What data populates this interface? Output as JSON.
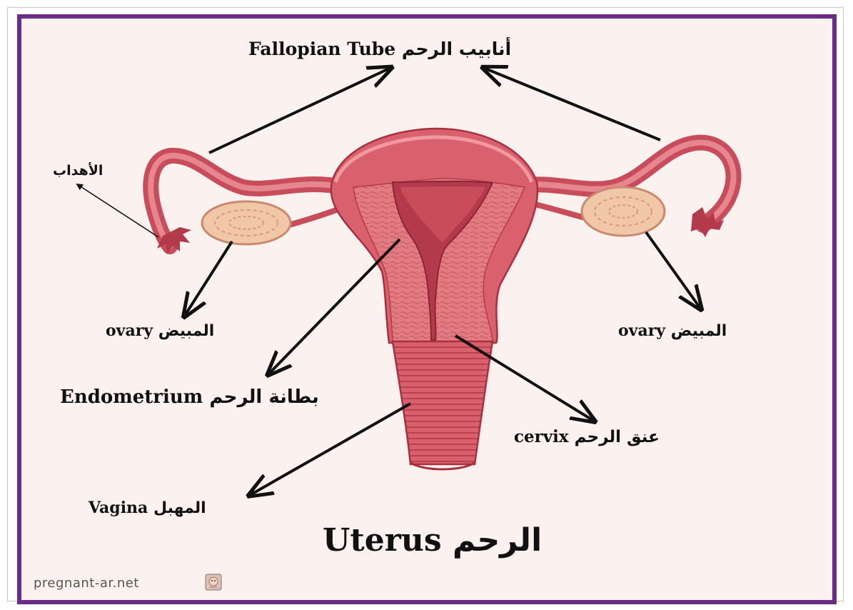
{
  "labels": {
    "fallopian_tube": {
      "en": "Fallopian Tube",
      "ar": "أنابيب الرحم"
    },
    "fimbriae": {
      "ar": "الأهداب"
    },
    "ovary_left": {
      "en": "ovary",
      "ar": "المبيض"
    },
    "ovary_right": {
      "en": "ovary",
      "ar": "المبيض"
    },
    "endometrium": {
      "en": "Endometrium",
      "ar": "بطانة الرحم"
    },
    "cervix": {
      "en": "cervix",
      "ar": "عنق الرحم"
    },
    "vagina": {
      "en": "Vagina",
      "ar": "المهبل"
    },
    "uterus": {
      "en": "Uterus",
      "ar": "الرحم"
    }
  },
  "watermark": {
    "text": "pregnant-ar.net",
    "logo_icon": "baby-photo-icon"
  },
  "colors": {
    "frame_border": "#6b2c86",
    "background": "#fbf1ef",
    "tissue": "#d9606d",
    "tissue_dark": "#b33a4a",
    "endometrium": "#e57d83",
    "ovary": "#f0c7a7",
    "arrow": "#111111"
  }
}
